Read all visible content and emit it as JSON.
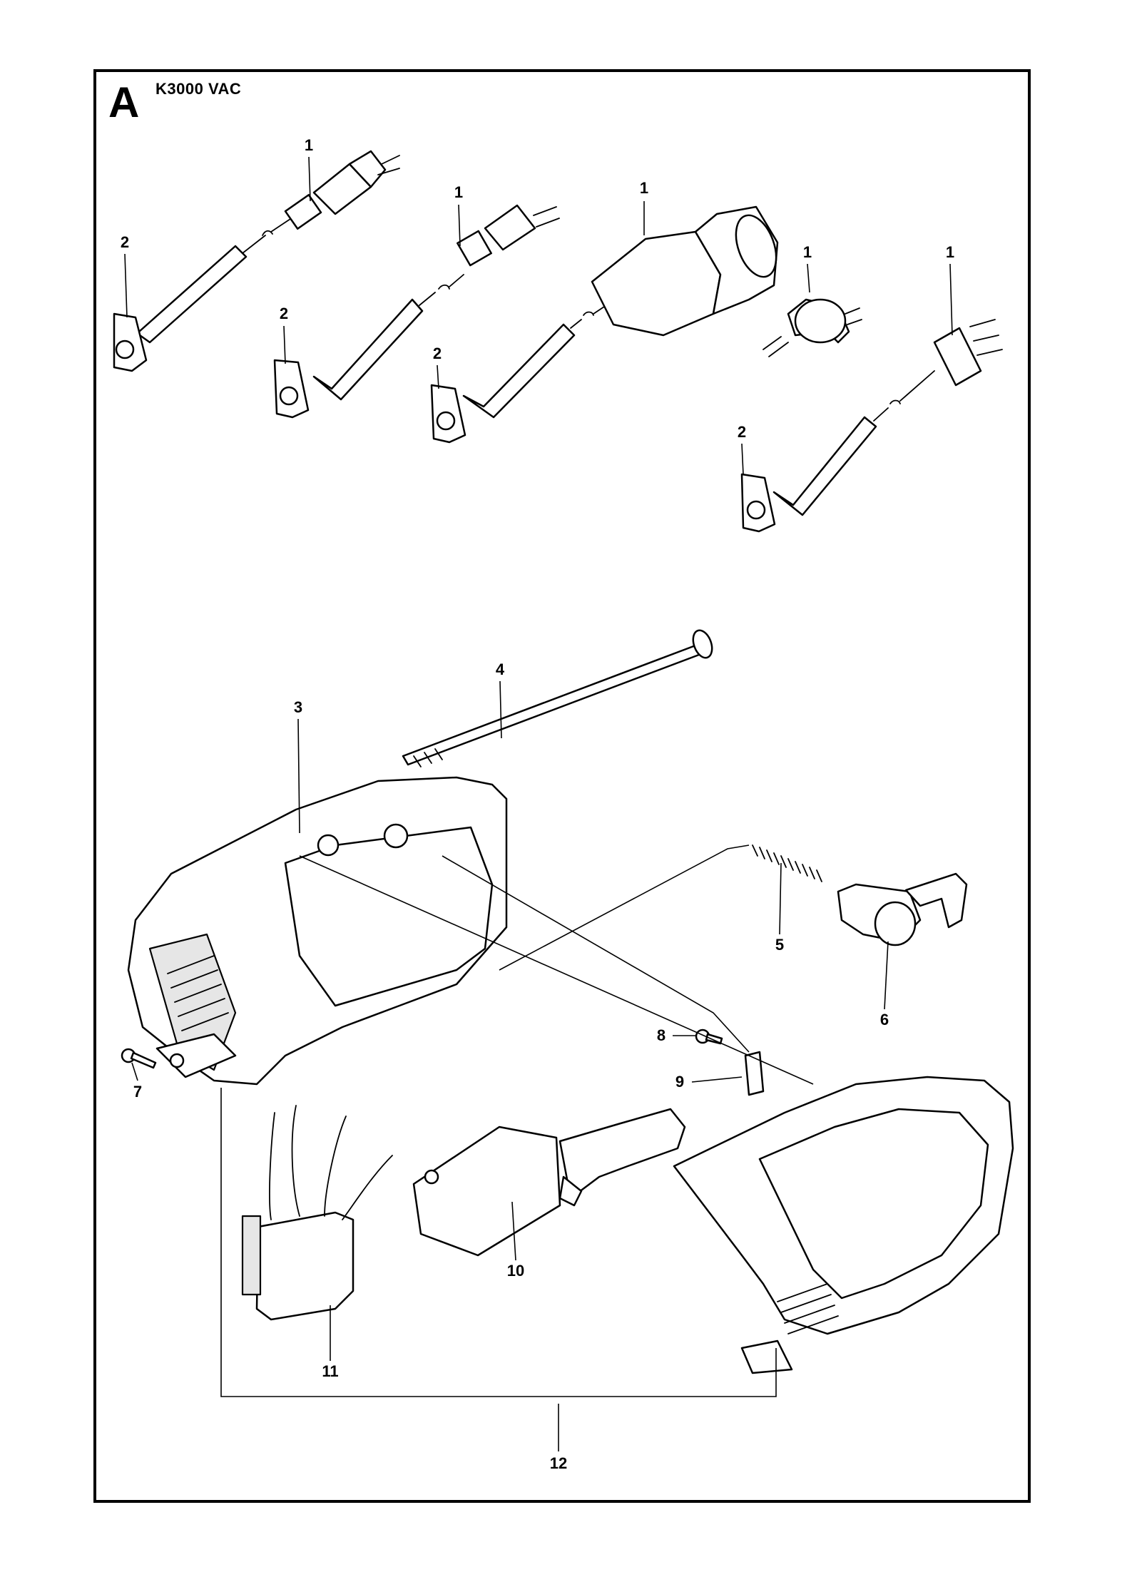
{
  "header": {
    "section_letter": "A",
    "model": "K3000 VAC"
  },
  "callouts": {
    "plug_eu": "1",
    "plug_us": "1",
    "plug_industrial": "1",
    "plug_round": "1",
    "plug_flat": "1",
    "sleeve_1": "2",
    "sleeve_2": "2",
    "sleeve_3": "2",
    "sleeve_4": "2",
    "screw_3": "3",
    "rod_4": "4",
    "spring_5": "5",
    "trigger_lock_6": "6",
    "screw_7": "7",
    "screw_8": "8",
    "clamp_9": "9",
    "switch_10": "10",
    "capacitor_11": "11",
    "handle_kit_12": "12"
  }
}
